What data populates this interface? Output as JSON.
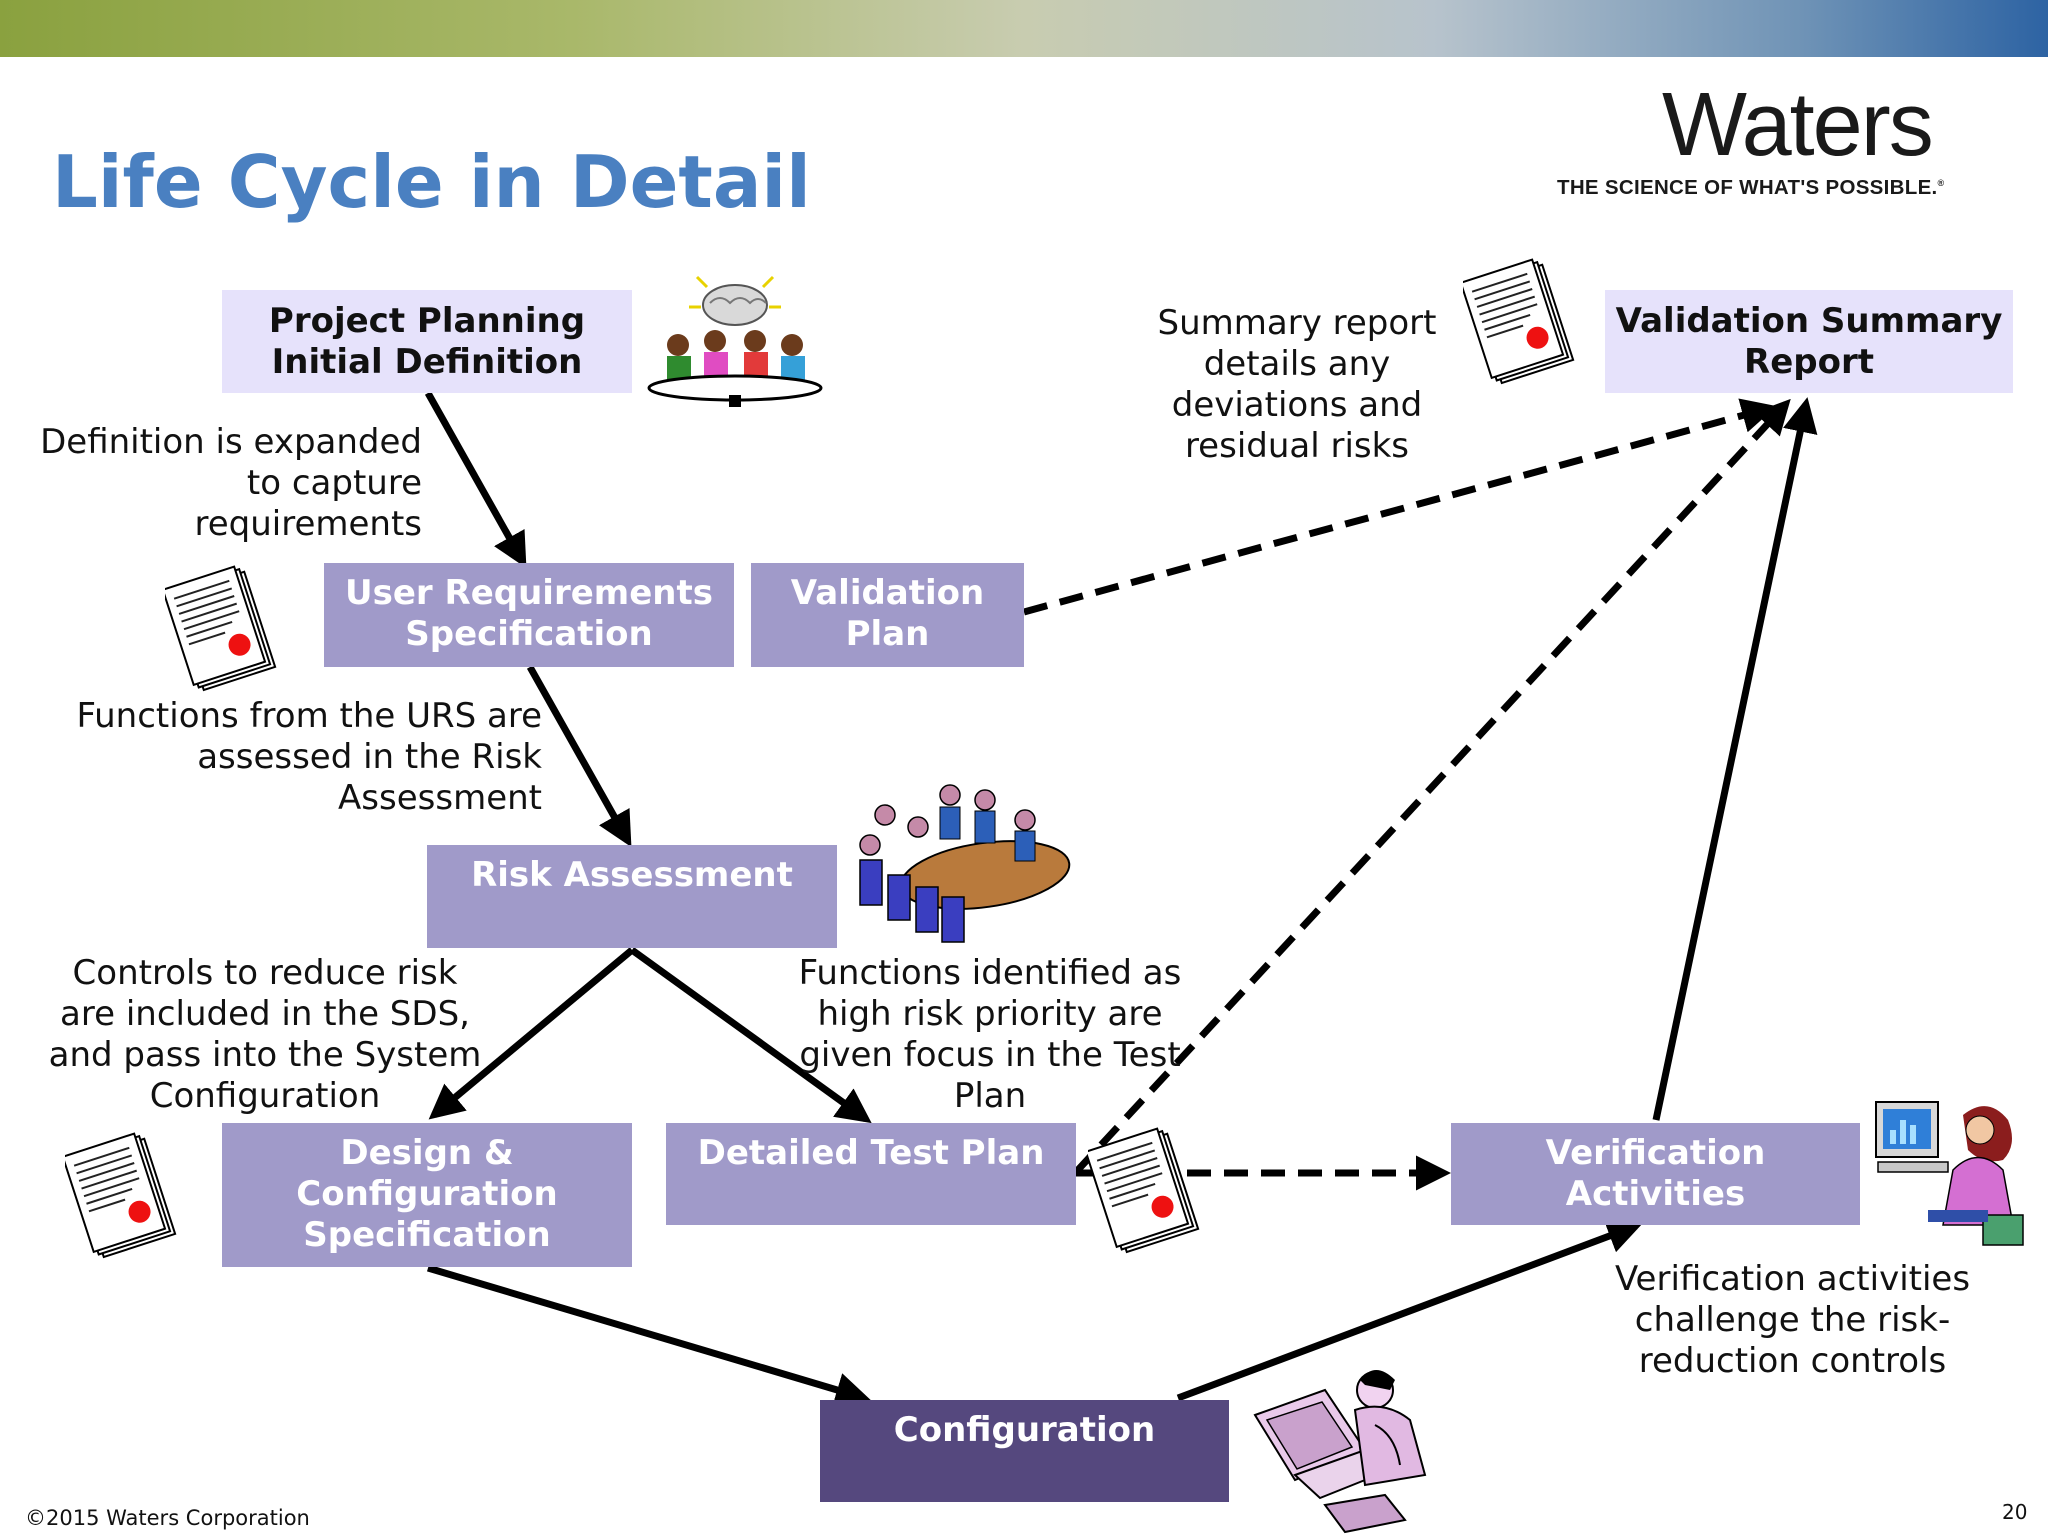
{
  "title": "Life Cycle in Detail",
  "logo": {
    "wordmark": "Waters",
    "tagline": "THE SCIENCE OF WHAT'S POSSIBLE.",
    "mark": "®"
  },
  "boxes": {
    "project_planning": "Project Planning Initial Definition",
    "urs": "User Requirements Specification",
    "validation_plan": "Validation Plan",
    "risk_assessment": "Risk Assessment",
    "design_config_spec": "Design & Configuration Specification",
    "detailed_test_plan": "Detailed Test Plan",
    "verification_activities": "Verification Activities",
    "configuration": "Configuration",
    "validation_summary_report": "Validation Summary Report"
  },
  "notes": {
    "definition_expanded": "Definition is expanded to capture requirements",
    "urs_functions": "Functions from the URS are assessed in the Risk Assessment",
    "controls": "Controls to reduce risk are included in the SDS, and pass into the System Configuration",
    "high_risk": "Functions identified as high risk priority are given focus in the Test Plan",
    "summary": "Summary report details any deviations and residual risks",
    "verification": "Verification activities challenge the risk-reduction controls"
  },
  "footer": {
    "copyright": "©2015 Waters Corporation",
    "page": "20"
  },
  "icons": [
    "meeting-brainstorm-clipart",
    "document-seal-icon",
    "boardroom-meeting-clipart",
    "computer-user-clipart",
    "computer-worker-clipart"
  ],
  "colors": {
    "title": "#4a80c1",
    "box_light": "#e6e2fb",
    "box_mid": "#a09ac9",
    "box_dark": "#55487e"
  }
}
